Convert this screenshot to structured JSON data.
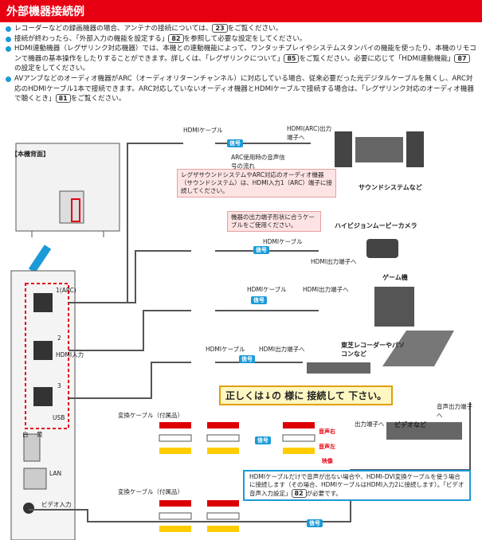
{
  "header": {
    "title": "外部機器接続例"
  },
  "bullets": [
    {
      "text": "レコーダーなどの録画機器の場合、アンテナの接続については、",
      "ref": "23",
      "tail": "をご覧ください。"
    },
    {
      "text": "接続が終わったら、「外部入力の機能を設定する」",
      "ref": "82",
      "tail": "を参照して必要な設定をしてください。"
    },
    {
      "text": "HDMI連動機器（レグザリンク対応機器）では、本機との連動機能によって、ワンタッチプレイやシステムスタンバイの機能を使ったり、本機のリモコンで機器の基本操作をしたりすることができます。詳しくは、「レグザリンクについて」",
      "ref": "85",
      "tail": "をご覧ください。必要に応じて「HDMI連動機能」",
      "ref2": "87",
      "tail2": "の設定をしてください。"
    },
    {
      "text": "AVアンプなどのオーディオ機器がARC（オーディオリターンチャンネル）に対応している場合、従来必要だった光デジタルケーブルを無くし、ARC対応のHDMIケーブル1本で接続できます。ARC対応していないオーディオ機器とHDMIケーブルで接続する場合は、「レグザリンク対応のオーディオ機器で聴くとき」",
      "ref": "81",
      "tail": "をご覧ください。"
    }
  ],
  "diagram": {
    "tv_back_label": "【本機背面】",
    "hdmi_cable": "HDMIケーブル",
    "hdmi_arc_out": "HDMI(ARC)出力端子へ",
    "arc_flow": "ARC使用時の音声信号の流れ",
    "signal": "信号",
    "arc_note": "レグザサウンドシステムやARC対応のオーディオ機器（サウンドシステム）は、HDMI入力1（ARC）端子に接続してください。",
    "sound_system": "サウンドシステムなど",
    "cable_note": "機器の出力端子形状に合うケーブルをご使用ください。",
    "hv_camera": "ハイビジョンムービーカメラ",
    "hdmi_out": "HDMI出力端子へ",
    "game": "ゲーム機",
    "toshiba_recorder": "東芝レコーダーやパソコンなど",
    "callout": "正しくは↓の 様に 接続して 下さい。",
    "conv_cable": "変換ケーブル（付属品）",
    "audio_r": "音声右",
    "audio_l": "音声左",
    "video": "映像",
    "out_to": "出力端子へ",
    "video_etc": "ビデオなど",
    "audio_out": "音声出力端子へ",
    "dvi_note": "HDMIケーブルだけで音声が出ない場合や、HDMI-DVI変換ケーブルを使う場合に接続します（その場合、HDMIケーブルはHDMI入力2に接続します）。「ビデオ音声入力設定」",
    "dvi_ref": "82",
    "dvi_tail": "が必要です。",
    "panel_arc": "1(ARC)",
    "panel_hdmi": "HDMI入力",
    "panel_2": "2",
    "panel_3": "3",
    "panel_usb": "USB",
    "panel_lan": "LAN",
    "panel_video": "ビデオ入力",
    "panel_white": "白",
    "panel_yellow": "黄"
  }
}
